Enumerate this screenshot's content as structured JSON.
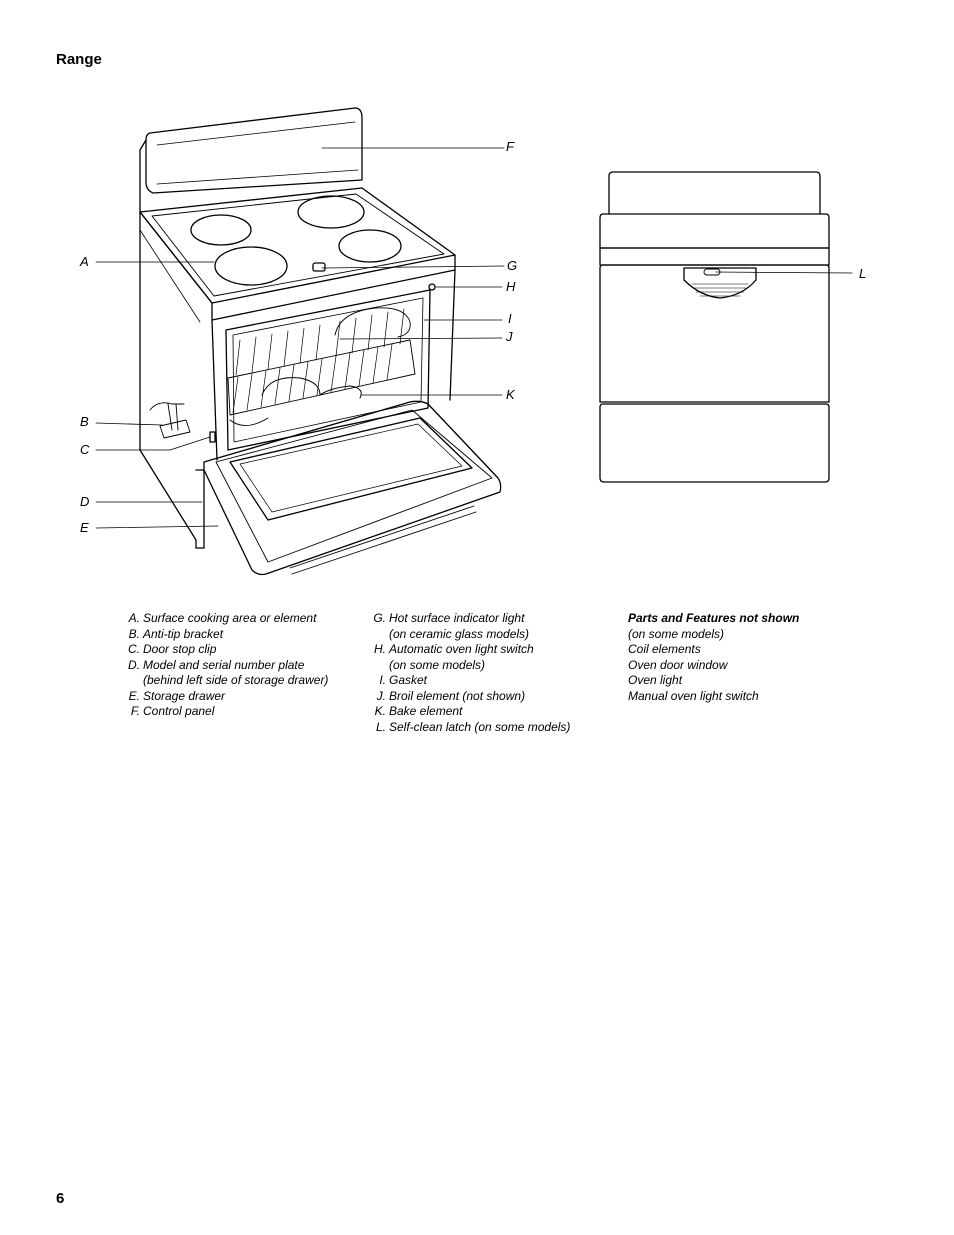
{
  "section": {
    "title": "Range"
  },
  "page": {
    "number": "6"
  },
  "callouts": {
    "a": "A",
    "b": "B",
    "c": "C",
    "d": "D",
    "e": "E",
    "f": "F",
    "g": "G",
    "h": "H",
    "i": "I",
    "j": "J",
    "k": "K",
    "l": "L"
  },
  "legend_col1": [
    {
      "key": "A.",
      "text": "Surface cooking area or element"
    },
    {
      "key": "B.",
      "text": "Anti-tip bracket"
    },
    {
      "key": "C.",
      "text": "Door stop clip"
    },
    {
      "key": "D.",
      "text": "Model and serial number plate",
      "cont": "(behind left side of storage drawer)"
    },
    {
      "key": "E.",
      "text": "Storage drawer"
    },
    {
      "key": "F.",
      "text": "Control panel"
    }
  ],
  "legend_col2": [
    {
      "key": "G.",
      "text": "Hot surface indicator light",
      "cont": "(on ceramic glass models)"
    },
    {
      "key": "H.",
      "text": "Automatic oven light switch",
      "cont": "(on some models)"
    },
    {
      "key": "I.",
      "text": "Gasket"
    },
    {
      "key": "J.",
      "text": "Broil element (not shown)"
    },
    {
      "key": "K.",
      "text": "Bake element"
    },
    {
      "key": "L.",
      "text": "Self-clean latch (on some models)"
    }
  ],
  "not_shown": {
    "title": "Parts and Features not shown",
    "subtitle": "(on some models)",
    "items": [
      "Coil elements",
      "Oven door window",
      "Oven light",
      "Manual oven light switch"
    ]
  }
}
